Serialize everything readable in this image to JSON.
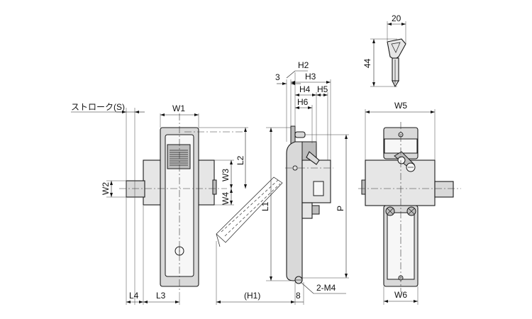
{
  "dimensions": {
    "stroke": "ストローク(S)",
    "w1": "W1",
    "w2": "W2",
    "w3": "W3",
    "w4": "W4",
    "w5": "W5",
    "w6": "W6",
    "l1": "L1",
    "l2": "L2",
    "l3": "L3",
    "l4": "L4",
    "h1": "(H1)",
    "h2": "H2",
    "h3": "H3",
    "h4": "H4",
    "h5": "H5",
    "h6": "H6",
    "p": "P",
    "three": "3",
    "eight": "8",
    "m4": "2-M4",
    "key_width": "20",
    "key_height": "44"
  }
}
